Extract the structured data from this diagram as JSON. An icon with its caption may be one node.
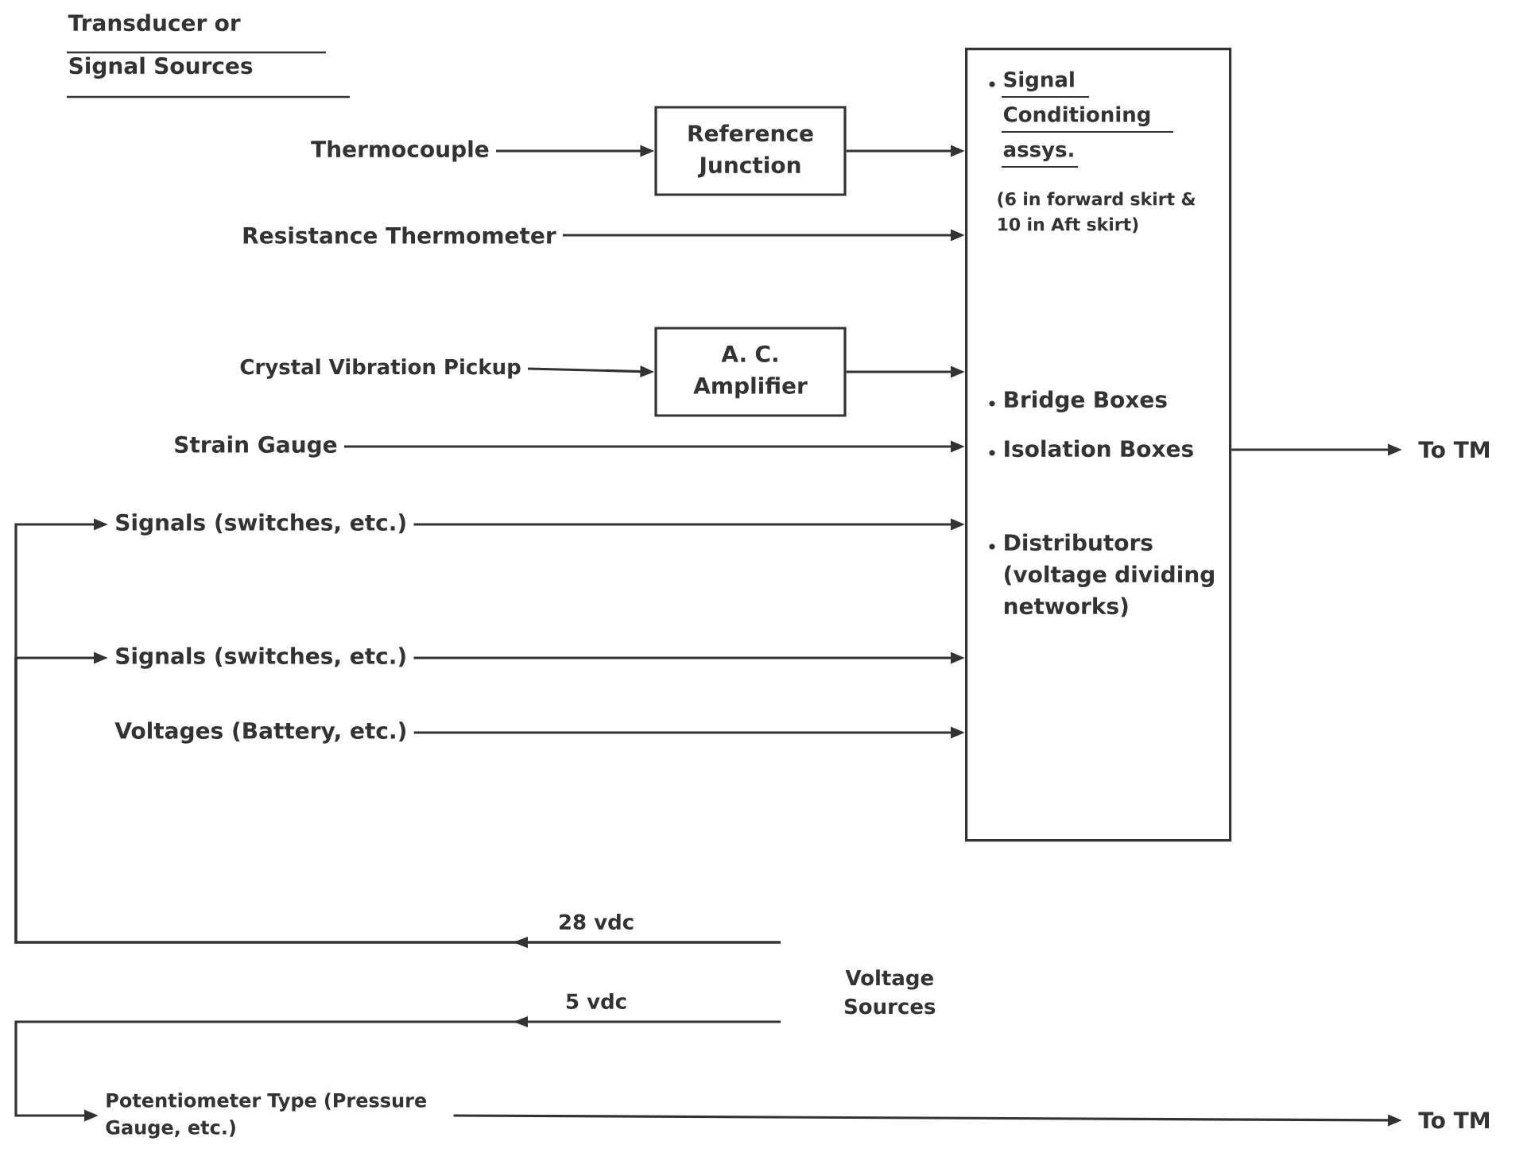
{
  "diagram": {
    "title": "Transducer or Signal Sources",
    "nodes": [
      {
        "text": [
          "Thermocouple"
        ]
      },
      {
        "text": [
          "Reference Junction"
        ]
      },
      {
        "text": [
          "Resistance Thermometer"
        ]
      },
      {
        "text": [
          "Crystal Vibration Pickup"
        ]
      },
      {
        "text": [
          "A. C. Amplifier"
        ]
      },
      {
        "text": [
          "Strain Gauge"
        ]
      },
      {
        "text": [
          "Signals (switches, etc.)"
        ]
      },
      {
        "text": [
          "Signals (switches, etc.)"
        ]
      },
      {
        "text": [
          "Voltages (Battery, etc.)"
        ]
      },
      {
        "text": [
          "Signal Conditioning assys.",
          "(6 in forward skirt & 10 in Aft skirt)",
          "Bridge Boxes",
          "Isolation Boxes",
          "Distributors (voltage dividing networks)"
        ]
      },
      {
        "text": [
          "To TM"
        ]
      },
      {
        "text": [
          "Voltage Sources"
        ]
      },
      {
        "text": [
          "Potentiometer Type (Pressure Gauge, etc.)"
        ]
      },
      {
        "text": [
          "To TM"
        ]
      }
    ],
    "edges": [
      {
        "from": 0,
        "to": 1,
        "arrow": "to"
      },
      {
        "from": 1,
        "to": 9,
        "arrow": "to"
      },
      {
        "from": 2,
        "to": 9,
        "arrow": "to"
      },
      {
        "from": 3,
        "to": 4,
        "arrow": "to"
      },
      {
        "from": 4,
        "to": 9,
        "arrow": "to"
      },
      {
        "from": 5,
        "to": 9,
        "arrow": "to"
      },
      {
        "from": 6,
        "to": 9,
        "arrow": "to"
      },
      {
        "from": 7,
        "to": 9,
        "arrow": "to"
      },
      {
        "from": 8,
        "to": 9,
        "arrow": "to"
      },
      {
        "from": 9,
        "to": 10,
        "arrow": "to"
      },
      {
        "from": 11,
        "to": 6,
        "arrow": "to",
        "label": "28 vdc"
      },
      {
        "from": 11,
        "to": 7,
        "arrow": "to"
      },
      {
        "from": 11,
        "to": 12,
        "arrow": "to",
        "label": "5 vdc"
      },
      {
        "from": 12,
        "to": 13,
        "arrow": "to"
      }
    ]
  }
}
